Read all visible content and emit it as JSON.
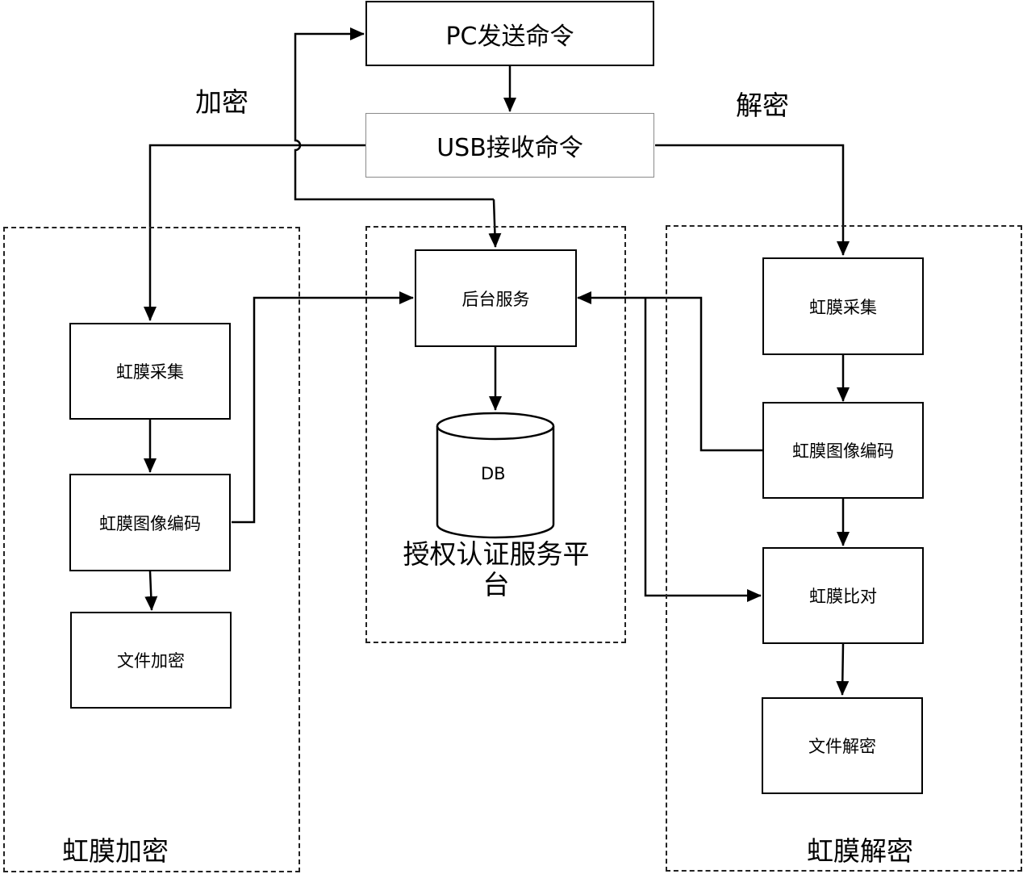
{
  "nodes": {
    "pc_command": "PC发送命令",
    "usb_command": "USB接收命令",
    "backend": "后台服务",
    "db": "DB",
    "enc_collect": "虹膜采集",
    "enc_encode": "虹膜图像编码",
    "enc_file": "文件加密",
    "dec_collect": "虹膜采集",
    "dec_encode": "虹膜图像编码",
    "dec_compare": "虹膜比对",
    "dec_file": "文件解密"
  },
  "labels": {
    "encrypt": "加密",
    "decrypt": "解密"
  },
  "groups": {
    "encrypt_group": "虹膜加密",
    "platform_group": "授权认证服务平台",
    "decrypt_group": "虹膜解密"
  },
  "colors": {
    "line": "#000000",
    "usb_border": "#8a8a8a"
  }
}
